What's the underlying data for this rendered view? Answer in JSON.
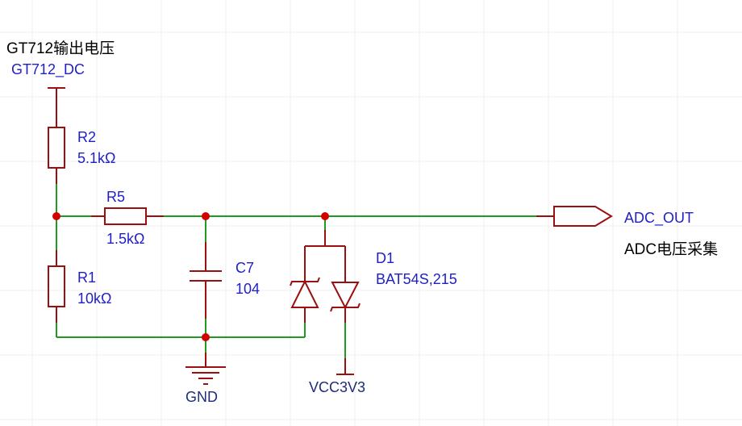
{
  "net_labels": {
    "input_title": "GT712输出电压",
    "input_net": "GT712_DC",
    "output_net": "ADC_OUT",
    "output_title": "ADC电压采集",
    "ground": "GND",
    "supply": "VCC3V3"
  },
  "components": {
    "r2": {
      "ref": "R2",
      "value": "5.1kΩ"
    },
    "r5": {
      "ref": "R5",
      "value": "1.5kΩ"
    },
    "r1": {
      "ref": "R1",
      "value": "10kΩ"
    },
    "c7": {
      "ref": "C7",
      "value": "104"
    },
    "d1": {
      "ref": "D1",
      "value": "BAT54S,215"
    }
  },
  "colors": {
    "wire": "#1f9b1f",
    "component": "#9b0f0f",
    "junction": "#d40000",
    "net_label": "#1f1fc8",
    "power_label": "#1f2c7a",
    "annotation": "#000000"
  }
}
